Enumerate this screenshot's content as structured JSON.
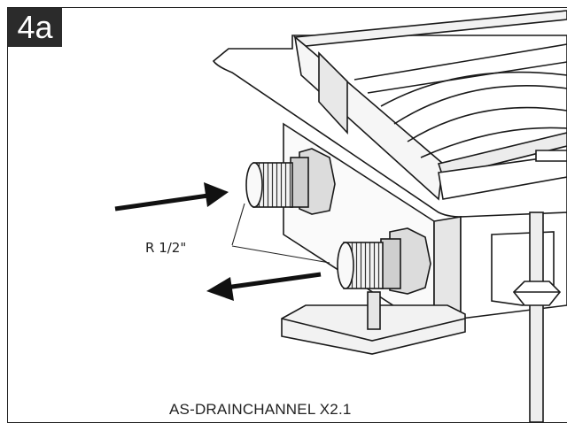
{
  "step": {
    "label": "4a"
  },
  "annotation": {
    "thread_size": "R 1/2\""
  },
  "caption": {
    "text": "AS-DRAINCHANNEL X2.1"
  },
  "icons": {
    "inlet": "arrow-right-icon",
    "outlet": "arrow-left-icon"
  },
  "colors": {
    "badge_bg": "#2b2b2b",
    "line": "#1a1a1a",
    "fill_light": "#f2f2f2",
    "fill_mid": "#d9d9d9"
  }
}
